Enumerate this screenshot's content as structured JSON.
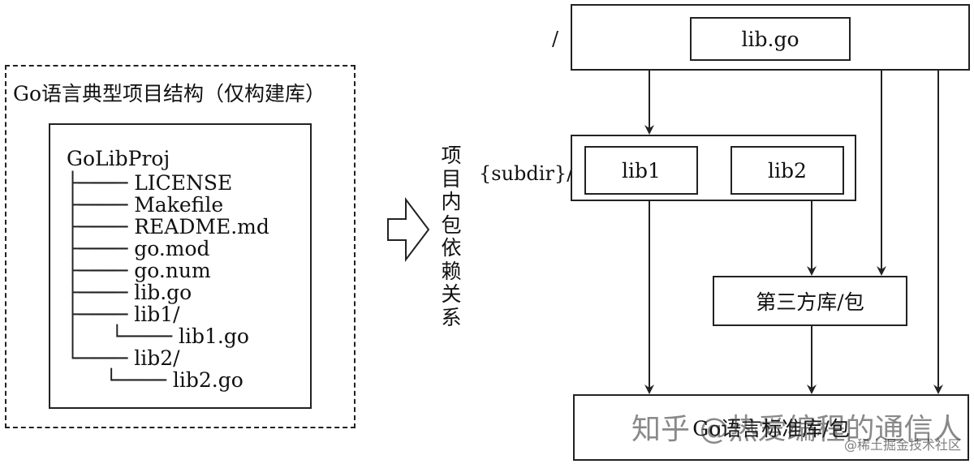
{
  "left_panel": {
    "title": "Go语言典型项目结构（仅构建库）",
    "tree": {
      "root": "GoLibProj",
      "items": [
        {
          "prefix": "├──── ",
          "name": "LICENSE"
        },
        {
          "prefix": "├──── ",
          "name": "Makefile"
        },
        {
          "prefix": "├──── ",
          "name": "README.md"
        },
        {
          "prefix": "├──── ",
          "name": "go.mod"
        },
        {
          "prefix": "├──── ",
          "name": "go.num"
        },
        {
          "prefix": "├──── ",
          "name": "lib.go"
        },
        {
          "prefix": "├──── ",
          "name": "lib1/"
        },
        {
          "prefix": "│     └──── ",
          "name": "lib1.go"
        },
        {
          "prefix": "└──── ",
          "name": "lib2/"
        },
        {
          "prefix": "      └──── ",
          "name": "lib2.go"
        }
      ]
    }
  },
  "transition_label": [
    "项",
    "目",
    "内",
    "包",
    "依",
    "赖",
    "关",
    "系"
  ],
  "diagram": {
    "root_label": "/",
    "root_file": "lib.go",
    "subdir_label": "{subdir}/",
    "sub_packages": [
      "lib1",
      "lib2"
    ],
    "third_party": "第三方库/包",
    "stdlib": "Go语言标准库/包"
  },
  "watermark": {
    "main": "知乎 @热爱编程的通信人",
    "secondary": "@稀土掘金技术社区"
  }
}
